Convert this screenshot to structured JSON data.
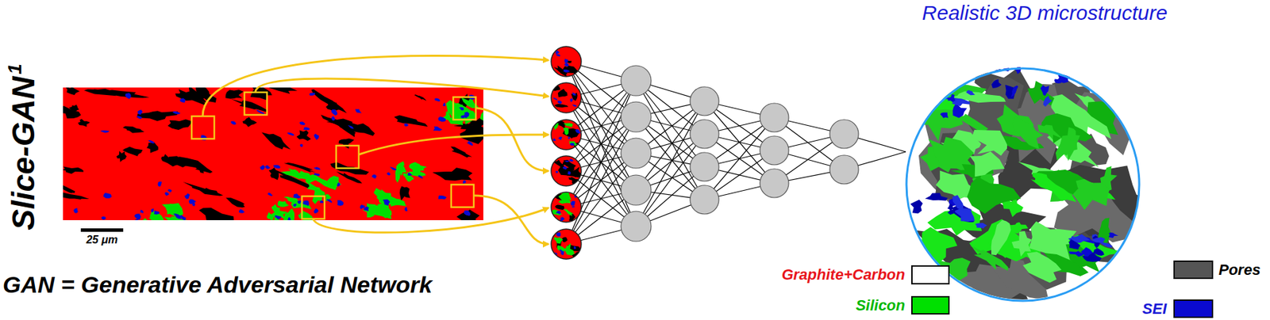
{
  "diagram": {
    "nodes": [
      {
        "text": [
          "Realistic 3D microstructure"
        ]
      }
    ],
    "labels": [
      "Slice-GAN",
      "1",
      "25 μm",
      "GAN = Generative Adversarial Network"
    ],
    "legend": [
      {
        "text": "Graphite+Carbon",
        "color": "#ffffff"
      },
      {
        "text": "Silicon",
        "color": "#00e000"
      },
      {
        "text": "Pores",
        "color": "#555555"
      },
      {
        "text": "SEI",
        "color": "#0a0ad0"
      }
    ]
  }
}
